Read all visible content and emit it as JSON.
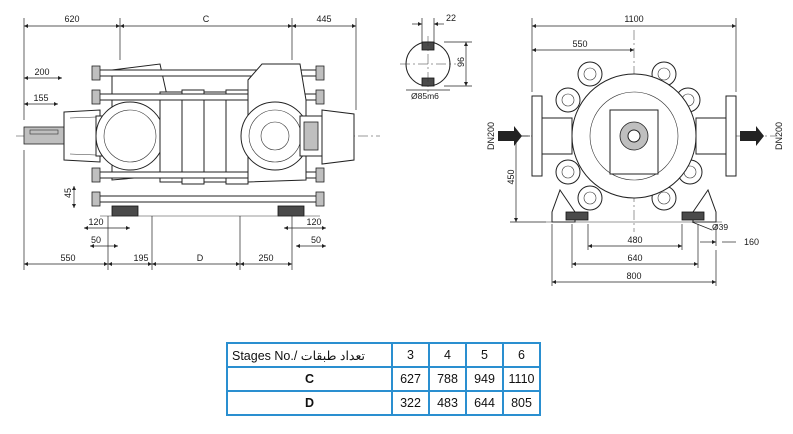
{
  "side_view": {
    "dims_top": [
      "620",
      "C",
      "445"
    ],
    "dims_left": [
      "200",
      "155",
      "45",
      "120",
      "50"
    ],
    "dims_right": [
      "120",
      "50"
    ],
    "dims_bottom": [
      "550",
      "195",
      "D",
      "250"
    ]
  },
  "shaft_detail": {
    "keyway": "22",
    "height": "96",
    "diameter": "Ø85m6"
  },
  "front_view": {
    "width": "1100",
    "half_width": "550",
    "inlet": "DN200",
    "outlet": "DN200",
    "shaft_height": "450",
    "bolt_hole": "Ø39",
    "base_inner": "480",
    "base_mid": "640",
    "base_outer": "800",
    "foot_width": "160"
  },
  "table": {
    "header": "Stages No./ تعداد طبقات",
    "stages": [
      "3",
      "4",
      "5",
      "6"
    ],
    "rows": [
      {
        "label": "C",
        "values": [
          "627",
          "788",
          "949",
          "1110"
        ]
      },
      {
        "label": "D",
        "values": [
          "322",
          "483",
          "644",
          "805"
        ]
      }
    ]
  }
}
